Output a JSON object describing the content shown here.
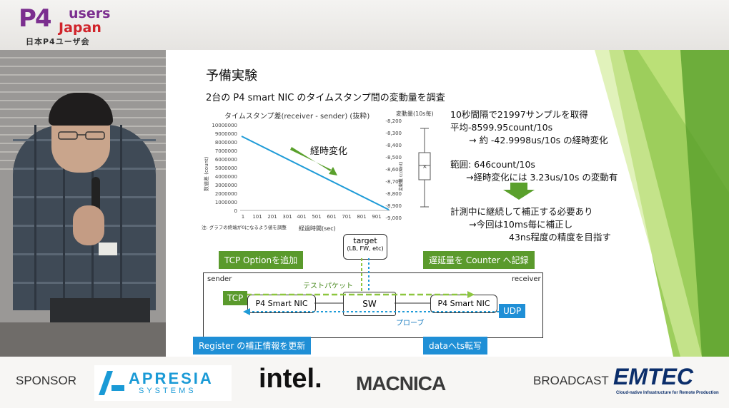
{
  "logo": {
    "p4": "P4",
    "users": "users",
    "japan": "Japan",
    "sub": "日本P4ユーザ会"
  },
  "slide": {
    "title": "予備実験",
    "subtitle": "2台の P4 smart NIC のタイムスタンプ間の変動量を調査",
    "line_chart": {
      "title": "タイムスタンプ差(receiver - sender) (抜粋)",
      "ylabel": "数値差 (count)",
      "xlabel": "経過時間(sec)",
      "yticks": [
        "10000000",
        "9000000",
        "8000000",
        "7000000",
        "6000000",
        "5000000",
        "4000000",
        "3000000",
        "2000000",
        "1000000",
        "0"
      ],
      "xticks": [
        "1",
        "101",
        "201",
        "301",
        "401",
        "501",
        "601",
        "701",
        "801",
        "901"
      ],
      "footnote": "注: グラフの終端が0になるよう値を調整",
      "annotation": "経時変化",
      "series_color": "#1f9bd7"
    },
    "box_chart": {
      "title": "変動量(10s毎)",
      "ylabel": "変動量 (count)",
      "yticks": [
        "-8,200",
        "-8,300",
        "-8,400",
        "-8,500",
        "-8,600",
        "-8,700",
        "-8,800",
        "-8,900",
        "-9,000"
      ]
    },
    "notes": [
      "10秒間隔で21997サンプルを取得",
      "平均-8599.95count/10s",
      "→ 約 -42.9998us/10s の経時変化",
      "範囲: 646count/10s",
      "→経時変化には 3.23us/10s の変動有",
      "計測中に継続して補正する必要あり",
      "→今回は10ms毎に補正し",
      "43ns程度の精度を目指す"
    ],
    "diagram": {
      "tcp_option": "TCP Optionを追加",
      "counter": "遅延量を Counter へ記録",
      "register": "Register の補正情報を更新",
      "data_ts": "dataへts転写",
      "target": "target",
      "target_sub": "(LB, FW, etc)",
      "sender": "sender",
      "receiver": "receiver",
      "tcp": "TCP",
      "udp": "UDP",
      "nic_left": "P4 Smart NIC",
      "nic_right": "P4 Smart NIC",
      "sw": "SW",
      "test_packet": "テストパケット",
      "probe": "プローブ"
    }
  },
  "sponsors": {
    "sponsor_label": "SPONSOR",
    "apresia_top": "APRESIA",
    "apresia_bottom": "SYSTEMS",
    "intel": "intel.",
    "macnica": "MACNICA",
    "broadcast_label": "BROADCAST",
    "emtec": "EMTEC",
    "emtec_tag": "Cloud-native Infrastructure for Remote Production"
  }
}
